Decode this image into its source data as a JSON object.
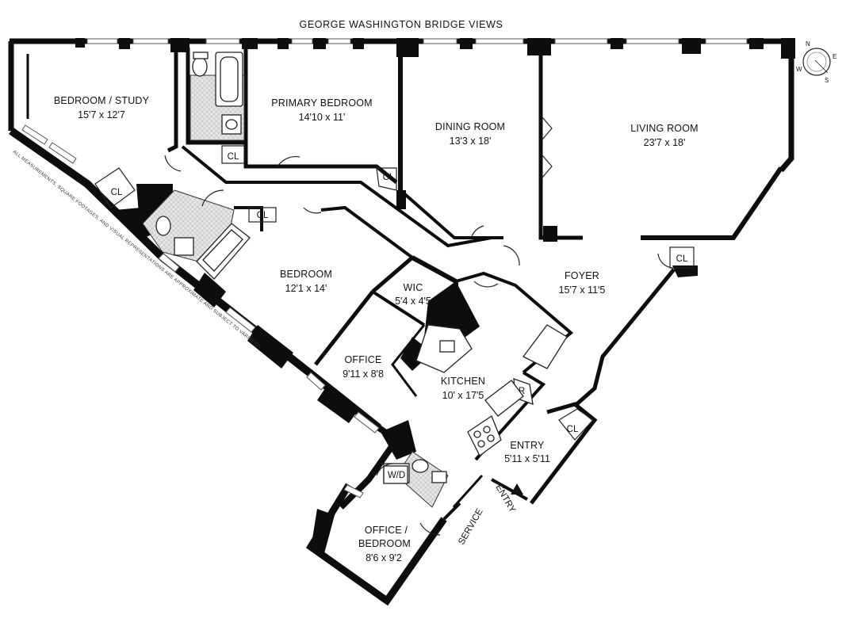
{
  "header": {
    "title": "GEORGE WASHINGTON BRIDGE VIEWS"
  },
  "disclaimer": "ALL MEASUREMENTS, SQUARE FOOTAGES, AND VISUAL REPRESENTATIONS ARE APPROXIMATE AND SUBJECT TO VARIATION",
  "compass": {
    "n": "N",
    "s": "S",
    "e": "E",
    "w": "W"
  },
  "rooms": {
    "bedroom_study": {
      "name": "BEDROOM / STUDY",
      "dims": "15'7 x 12'7"
    },
    "primary_bedroom": {
      "name": "PRIMARY BEDROOM",
      "dims": "14'10 x 11'"
    },
    "dining_room": {
      "name": "DINING ROOM",
      "dims": "13'3 x 18'"
    },
    "living_room": {
      "name": "LIVING ROOM",
      "dims": "23'7 x 18'"
    },
    "bedroom": {
      "name": "BEDROOM",
      "dims": "12'1 x 14'"
    },
    "wic": {
      "name": "WIC",
      "dims": "5'4 x 4'5"
    },
    "foyer": {
      "name": "FOYER",
      "dims": "15'7 x 11'5"
    },
    "office": {
      "name": "OFFICE",
      "dims": "9'11 x 8'8"
    },
    "kitchen": {
      "name": "KITCHEN",
      "dims": "10' x 17'5"
    },
    "entry": {
      "name": "ENTRY",
      "dims": "5'11 x 5'11"
    },
    "office_bedroom": {
      "name_line1": "OFFICE /",
      "name_line2": "BEDROOM",
      "dims": "8'6 x 9'2"
    }
  },
  "labels": {
    "closet": "CL",
    "refrigerator": "R",
    "washer_dryer": "W/D",
    "entry_door": "ENTRY",
    "service_door": "SERVICE"
  }
}
